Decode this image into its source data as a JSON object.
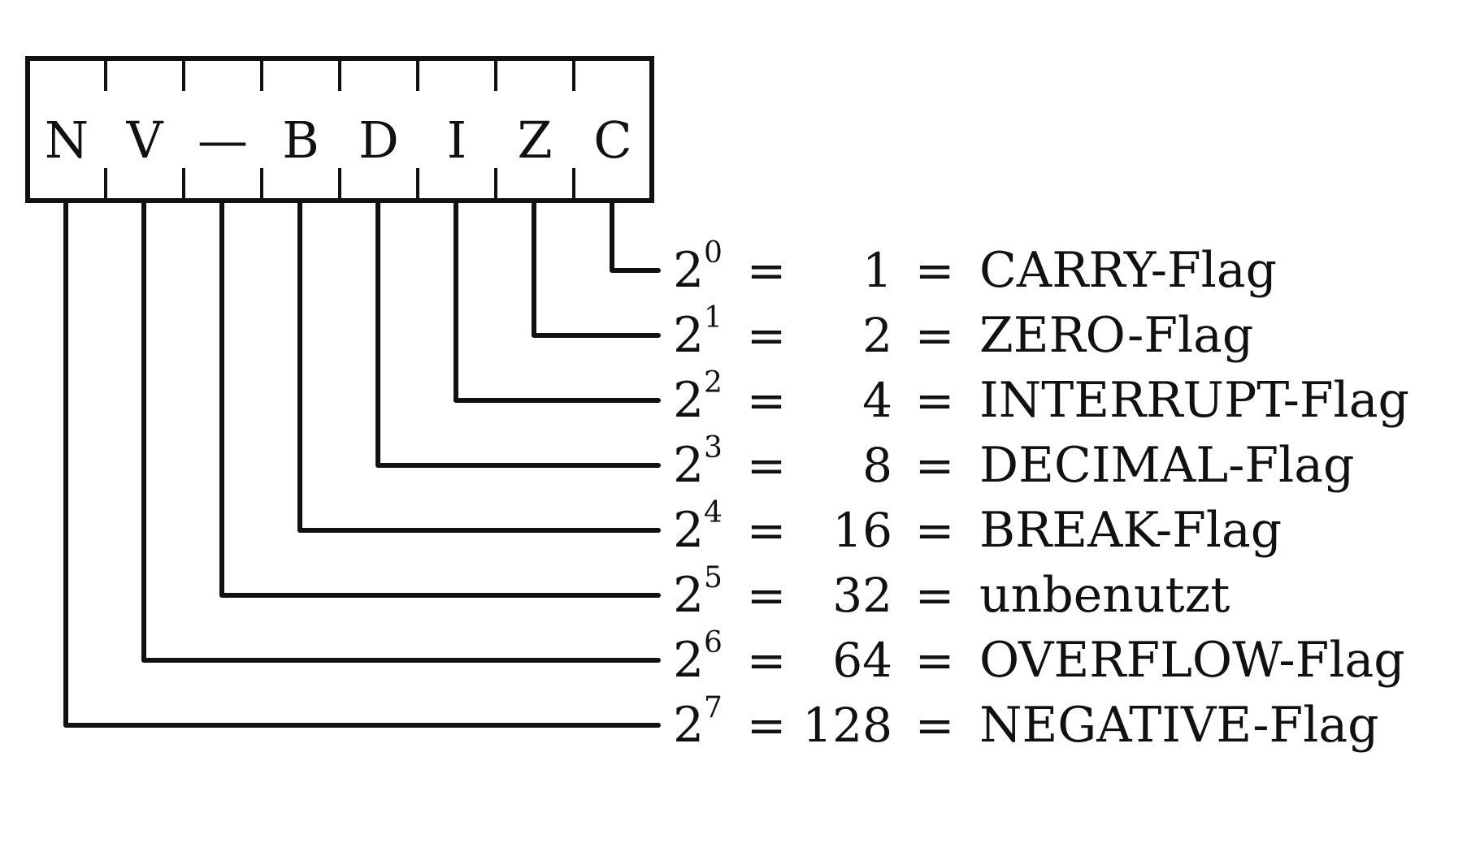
{
  "register": {
    "bits": [
      "N",
      "V",
      "—",
      "B",
      "D",
      "I",
      "Z",
      "C"
    ]
  },
  "rows": [
    {
      "base": "2",
      "exp": "0",
      "eq1": "=",
      "value": "1",
      "eq2": "=",
      "label": "CARRY-Flag"
    },
    {
      "base": "2",
      "exp": "1",
      "eq1": "=",
      "value": "2",
      "eq2": "=",
      "label": "ZERO-Flag"
    },
    {
      "base": "2",
      "exp": "2",
      "eq1": "=",
      "value": "4",
      "eq2": "=",
      "label": "INTERRUPT-Flag"
    },
    {
      "base": "2",
      "exp": "3",
      "eq1": "=",
      "value": "8",
      "eq2": "=",
      "label": "DECIMAL-Flag"
    },
    {
      "base": "2",
      "exp": "4",
      "eq1": "=",
      "value": "16",
      "eq2": "=",
      "label": "BREAK-Flag"
    },
    {
      "base": "2",
      "exp": "5",
      "eq1": "=",
      "value": "32",
      "eq2": "=",
      "label": "unbenutzt"
    },
    {
      "base": "2",
      "exp": "6",
      "eq1": "=",
      "value": "64",
      "eq2": "=",
      "label": "OVERFLOW-Flag"
    },
    {
      "base": "2",
      "exp": "7",
      "eq1": "=",
      "value": "128",
      "eq2": "=",
      "label": "NEGATIVE-Flag"
    }
  ]
}
